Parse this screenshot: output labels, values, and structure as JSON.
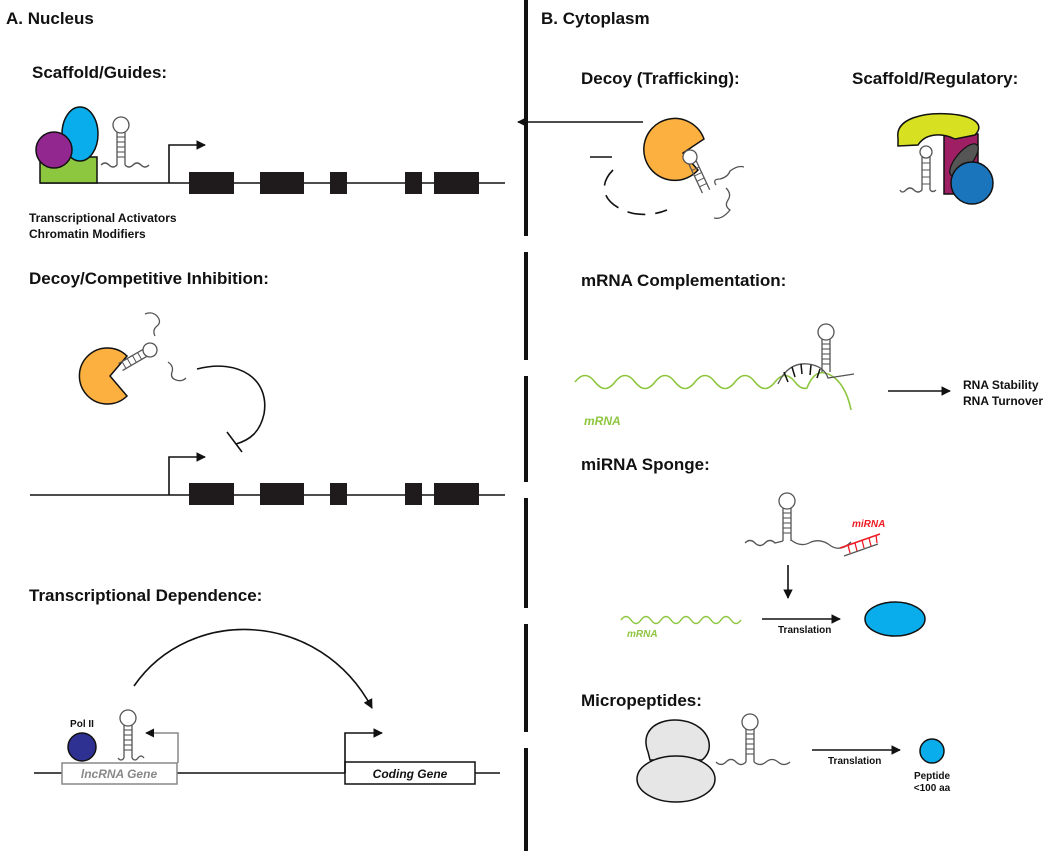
{
  "panel_a": {
    "title": "A. Nucleus",
    "scaffold_title": "Scaffold/Guides:",
    "scaffold_caption_1": "Transcriptional Activators",
    "scaffold_caption_2": "Chromatin Modifiers",
    "decoy_title": "Decoy/Competitive Inhibition:",
    "dependence_title": "Transcriptional Dependence:",
    "pol2_label": "Pol II",
    "lncrna_gene_label": "lncRNA Gene",
    "coding_gene_label": "Coding Gene"
  },
  "panel_b": {
    "title": "B. Cytoplasm",
    "decoy_trafficking_title": "Decoy (Trafficking):",
    "scaffold_regulatory_title": "Scaffold/Regulatory:",
    "mrna_complementation_title": "mRNA Complementation:",
    "mrna_label": "mRNA",
    "rna_stability": "RNA Stability",
    "rna_turnover": "RNA Turnover",
    "mirna_sponge_title": "miRNA Sponge:",
    "mirna_label": "miRNA",
    "mrna_label_2": "mRNA",
    "translation_label": "Translation",
    "micropeptides_title": "Micropeptides:",
    "translation_label_2": "Translation",
    "peptide_label_1": "Peptide",
    "peptide_label_2": "<100 aa"
  },
  "colors": {
    "orange": "#fbb040",
    "purple": "#92278f",
    "green": "#8dc63f",
    "blue": "#0aadeb",
    "dark_blue": "#1b75bc",
    "yellow_green": "#d7e021",
    "maroon": "#9e1f63",
    "navy": "#2e3192",
    "mrna_green": "#8dc63f",
    "mirna_red": "#ed1c24",
    "ribosome_gray": "#e6e6e6"
  }
}
